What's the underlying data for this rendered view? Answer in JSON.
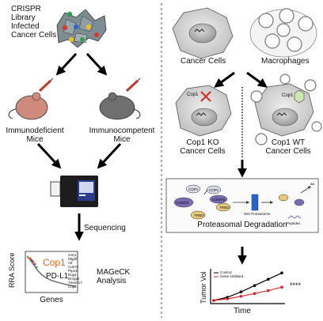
{
  "left": {
    "library_text": [
      "CRISPR",
      "Library",
      "Infected",
      "Cancer Cells"
    ],
    "mouse_immunodeficient": [
      "Immunodeficient",
      "Mice"
    ],
    "mouse_immunocompetent": [
      "Immunocompetent",
      "Mice"
    ],
    "sequencing": "Sequencing",
    "plot_y": "RRA Score",
    "plot_x": "Genes",
    "plot_hit_top": "Cop1",
    "plot_hit_low": "PD-L1",
    "analysis": [
      "MAGeCK",
      "Analysis"
    ],
    "plot_legend": [
      "JAK1",
      "Mtg5f",
      "Atf",
      "Cd274",
      "Ptpn2",
      "Dog1",
      "Dmgv2",
      "Tmem17",
      "Cop1"
    ],
    "colors": {
      "hit": "#e8681a"
    }
  },
  "right": {
    "cancer_cells": "Cancer Cells",
    "macrophages": "Macrophages",
    "ko_label": [
      "Cop1 KO",
      "Cancer Cells"
    ],
    "wt_label": [
      "Cop1 WT",
      "Cancer Cells"
    ],
    "cop1_tag": "Cop1",
    "degradation": "Proteasomal Degradation",
    "tumor_y": "Tumor Vol",
    "tumor_x": "Time",
    "tumor_legend": [
      "Control",
      "Gene Inhibited"
    ],
    "significance": "****",
    "pathway_labels": [
      "COP1",
      "C/EBPβ",
      "TRIB2",
      "COP1",
      "TRIB2",
      "C/EBPβ",
      "26S Proteasome",
      "Peptides",
      "aa"
    ],
    "colors": {
      "control": "#000000",
      "inhibited": "#d9262c"
    }
  },
  "chart_data": {
    "type": "line",
    "title": "",
    "xlabel": "Time",
    "ylabel": "Tumor Vol",
    "x": [
      0,
      1,
      2,
      3,
      4,
      5
    ],
    "series": [
      {
        "name": "Control",
        "values": [
          0.05,
          0.15,
          0.32,
          0.52,
          0.72,
          0.92
        ]
      },
      {
        "name": "Gene Inhibited",
        "values": [
          0.05,
          0.1,
          0.18,
          0.27,
          0.36,
          0.47
        ]
      }
    ],
    "ylim": [
      0,
      1
    ],
    "grid": false,
    "legend": "top-left"
  }
}
